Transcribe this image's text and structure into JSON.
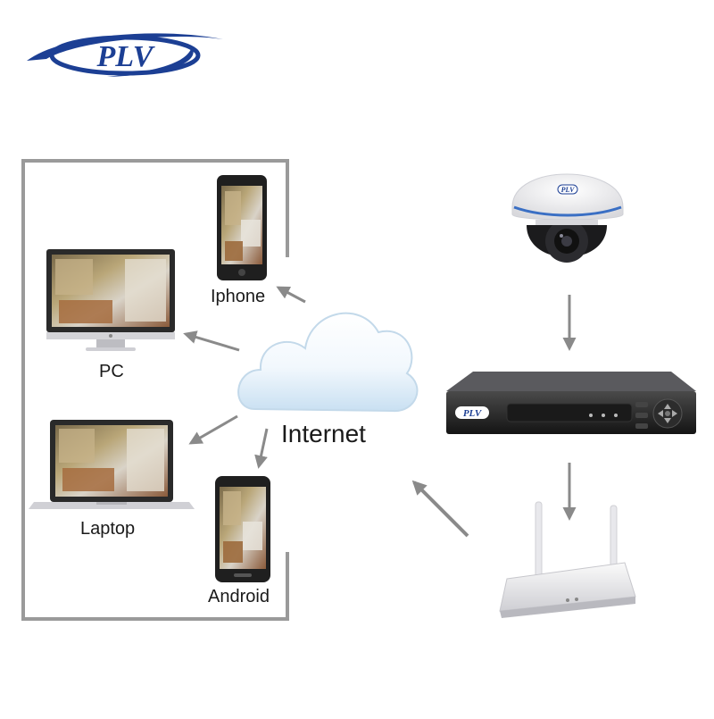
{
  "brand": {
    "logo_text": "PLV",
    "device_brand_text": "PLV"
  },
  "clients": {
    "iphone_label": "Iphone",
    "pc_label": "PC",
    "laptop_label": "Laptop",
    "android_label": "Android"
  },
  "network": {
    "cloud_label": "Internet"
  },
  "colors": {
    "logo_blue": "#1c3f94",
    "frame_gray": "#9a9a9a",
    "arrow_gray": "#8a8a8a",
    "device_black": "#222222",
    "cloud_blue": "#cfe3f3"
  },
  "icons": [
    "plv-logo",
    "dome-camera-icon",
    "nvr-recorder-icon",
    "wifi-router-icon",
    "cloud-icon",
    "iphone-icon",
    "pc-monitor-icon",
    "laptop-icon",
    "android-phone-icon"
  ]
}
